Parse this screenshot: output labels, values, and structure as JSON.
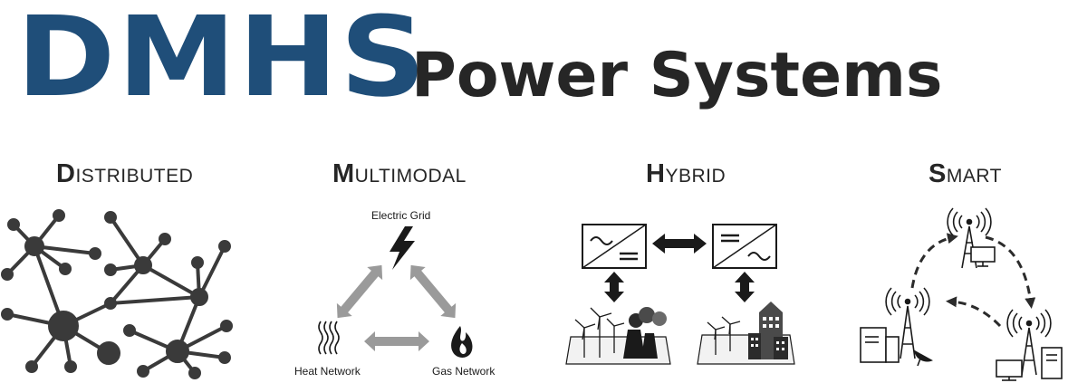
{
  "logo": {
    "acronym": "DMHS",
    "rest": "Power Systems",
    "acronym_color": "#1f4e79",
    "text_color": "#262626"
  },
  "columns": [
    {
      "first": "D",
      "rest": "ISTRIBUTED",
      "icon": "network-graph-icon"
    },
    {
      "first": "M",
      "rest": "ULTIMODAL",
      "icon": "energy-triangle-icon"
    },
    {
      "first": "H",
      "rest": "YBRID",
      "icon": "converters-icon"
    },
    {
      "first": "S",
      "rest": "MART",
      "icon": "communication-towers-icon"
    }
  ],
  "multimodal": {
    "electric": "Electric Grid",
    "heat": "Heat Network",
    "gas": "Gas Network"
  }
}
